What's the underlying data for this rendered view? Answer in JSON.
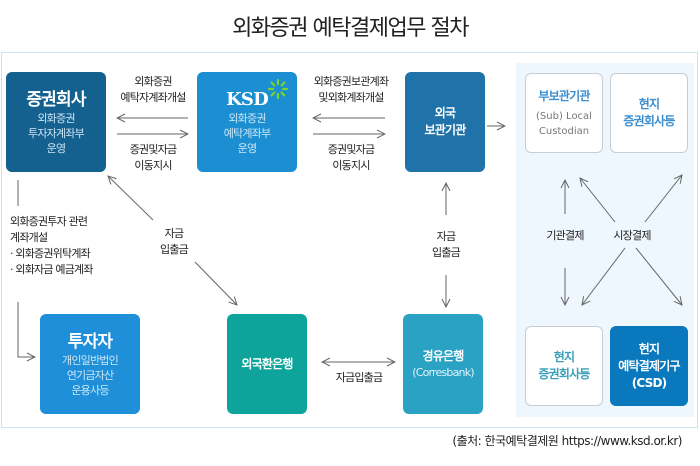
{
  "title": "외화증권 예탁결제업무 절차",
  "source": "(출처: 한국예탁결제원 https://www.ksd.or.kr)",
  "colors": {
    "securities_firm": "#14608f",
    "ksd": "#1b8fd2",
    "foreign_custodian": "#1f73a8",
    "investor": "#1f8fd9",
    "fx_bank": "#0ea39b",
    "corres_bank": "#2aa2c4",
    "local_csd": "#0a78bd",
    "panel": "#eef7fd",
    "star": "#7bd32e"
  },
  "nodes": {
    "securities_firm": {
      "title": "증권회사",
      "lines": [
        "외화증권",
        "투자자계좌부",
        "운영"
      ]
    },
    "ksd": {
      "title": "KSD",
      "lines": [
        "외화증권",
        "예탁계좌부",
        "운영"
      ]
    },
    "foreign_custodian": {
      "lines": [
        "외국",
        "보관기관"
      ]
    },
    "investor": {
      "title": "투자자",
      "lines": [
        "개인일반법인",
        "연기금자산",
        "운용사등"
      ]
    },
    "fx_bank": {
      "title": "외국환은행"
    },
    "corres_bank": {
      "title": "경유은행",
      "sub": "(Corresbank)"
    },
    "sub_custodian": {
      "title": "부보관기관",
      "lines": [
        "(Sub) Local",
        "Custodian"
      ]
    },
    "local_broker_top": {
      "lines": [
        "현지",
        "증권회사등"
      ]
    },
    "local_broker_bottom": {
      "lines": [
        "현지",
        "증권회사등"
      ]
    },
    "local_csd": {
      "lines": [
        "현지",
        "예탁결제기구",
        "(CSD)"
      ]
    }
  },
  "labels": {
    "sf_ksd_top": [
      "외화증권",
      "예탁자계좌개설"
    ],
    "sf_ksd_bottom": [
      "증권및자금",
      "이동지시"
    ],
    "ksd_fc_top": [
      "외화증권보관계좌",
      "및외화계좌개설"
    ],
    "ksd_fc_bottom": [
      "증권및자금",
      "이동지시"
    ],
    "sf_investor": [
      "외화증권투자 관련",
      "계좌개설",
      "· 외화증권위탁계좌",
      "· 외화자금 예금계좌"
    ],
    "sf_fxbank": [
      "자금",
      "입출금"
    ],
    "fc_corres": [
      "자금",
      "입출금"
    ],
    "fx_corres": "자금입출금",
    "inst_settle": "기관결제",
    "market_settle": "시장결제"
  }
}
